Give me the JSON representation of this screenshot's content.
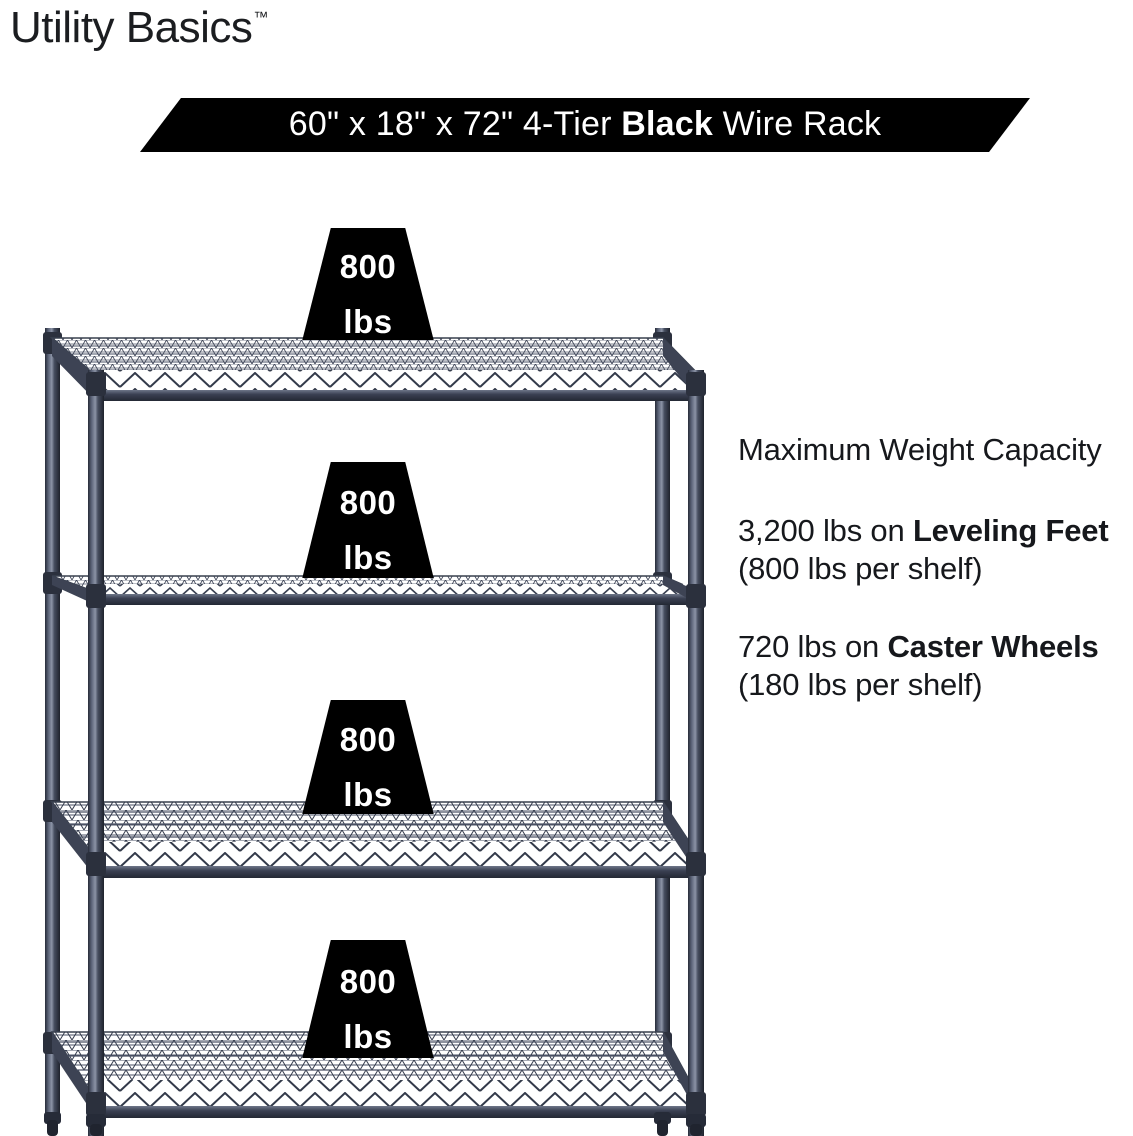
{
  "brand": {
    "name": "Utility Basics",
    "trademark": "™"
  },
  "banner": {
    "prefix": "60\" x 18\" x 72\" 4-Tier ",
    "emphasis": "Black",
    "suffix": " Wire Rack",
    "full_text": "60\" x 18\" x 72\" 4-Tier Black Wire Rack",
    "background_color": "#000000",
    "text_color": "#ffffff"
  },
  "product": {
    "tier_count": 4,
    "frame_color": "#3b4152",
    "badges": [
      {
        "value": "800",
        "unit": "lbs"
      },
      {
        "value": "800",
        "unit": "lbs"
      },
      {
        "value": "800",
        "unit": "lbs"
      },
      {
        "value": "800",
        "unit": "lbs"
      }
    ]
  },
  "info": {
    "heading": "Maximum Weight Capacity",
    "capacity_leveling": {
      "lead": "3,200 lbs on ",
      "emphasis": "Leveling Feet",
      "trail": " (800 lbs per shelf)"
    },
    "capacity_caster": {
      "lead": "720 lbs on ",
      "emphasis": "Caster Wheels",
      "trail": " (180 lbs per shelf)"
    }
  }
}
